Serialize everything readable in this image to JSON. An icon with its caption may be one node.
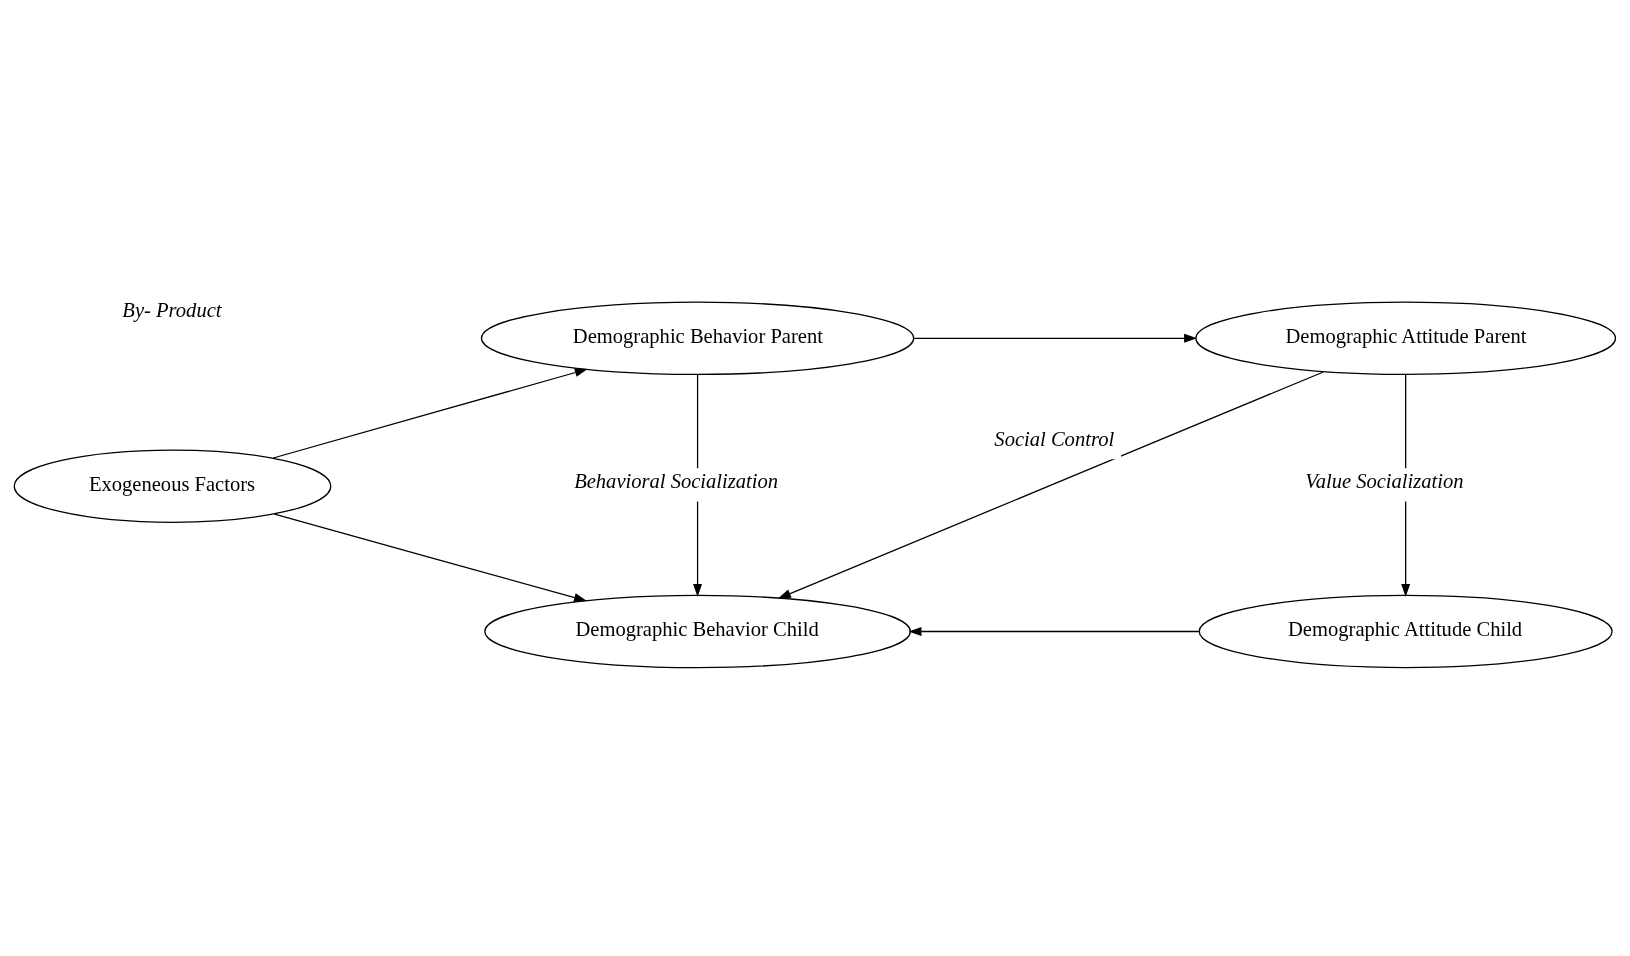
{
  "diagram": {
    "nodes": [
      {
        "text": [
          "Exogeneous Factors"
        ]
      },
      {
        "text": [
          "Demographic Behavior Parent"
        ]
      },
      {
        "text": [
          "Demographic Attitude Parent"
        ]
      },
      {
        "text": [
          "Demographic Behavior Child"
        ]
      },
      {
        "text": [
          "Demographic Attitude Child"
        ]
      }
    ],
    "edges": [
      {
        "from": 0,
        "to": 1,
        "arrow": "to"
      },
      {
        "from": 0,
        "to": 3,
        "arrow": "to"
      },
      {
        "from": 1,
        "to": 2,
        "arrow": "to"
      },
      {
        "from": 1,
        "to": 3,
        "arrow": "to",
        "label": "Behavioral Socialization"
      },
      {
        "from": 2,
        "to": 3,
        "arrow": "to",
        "label": "Social Control"
      },
      {
        "from": 2,
        "to": 4,
        "arrow": "to",
        "label": "Value Socialization"
      },
      {
        "from": 4,
        "to": 3,
        "arrow": "to"
      }
    ],
    "labels": [
      "By- Product"
    ]
  }
}
